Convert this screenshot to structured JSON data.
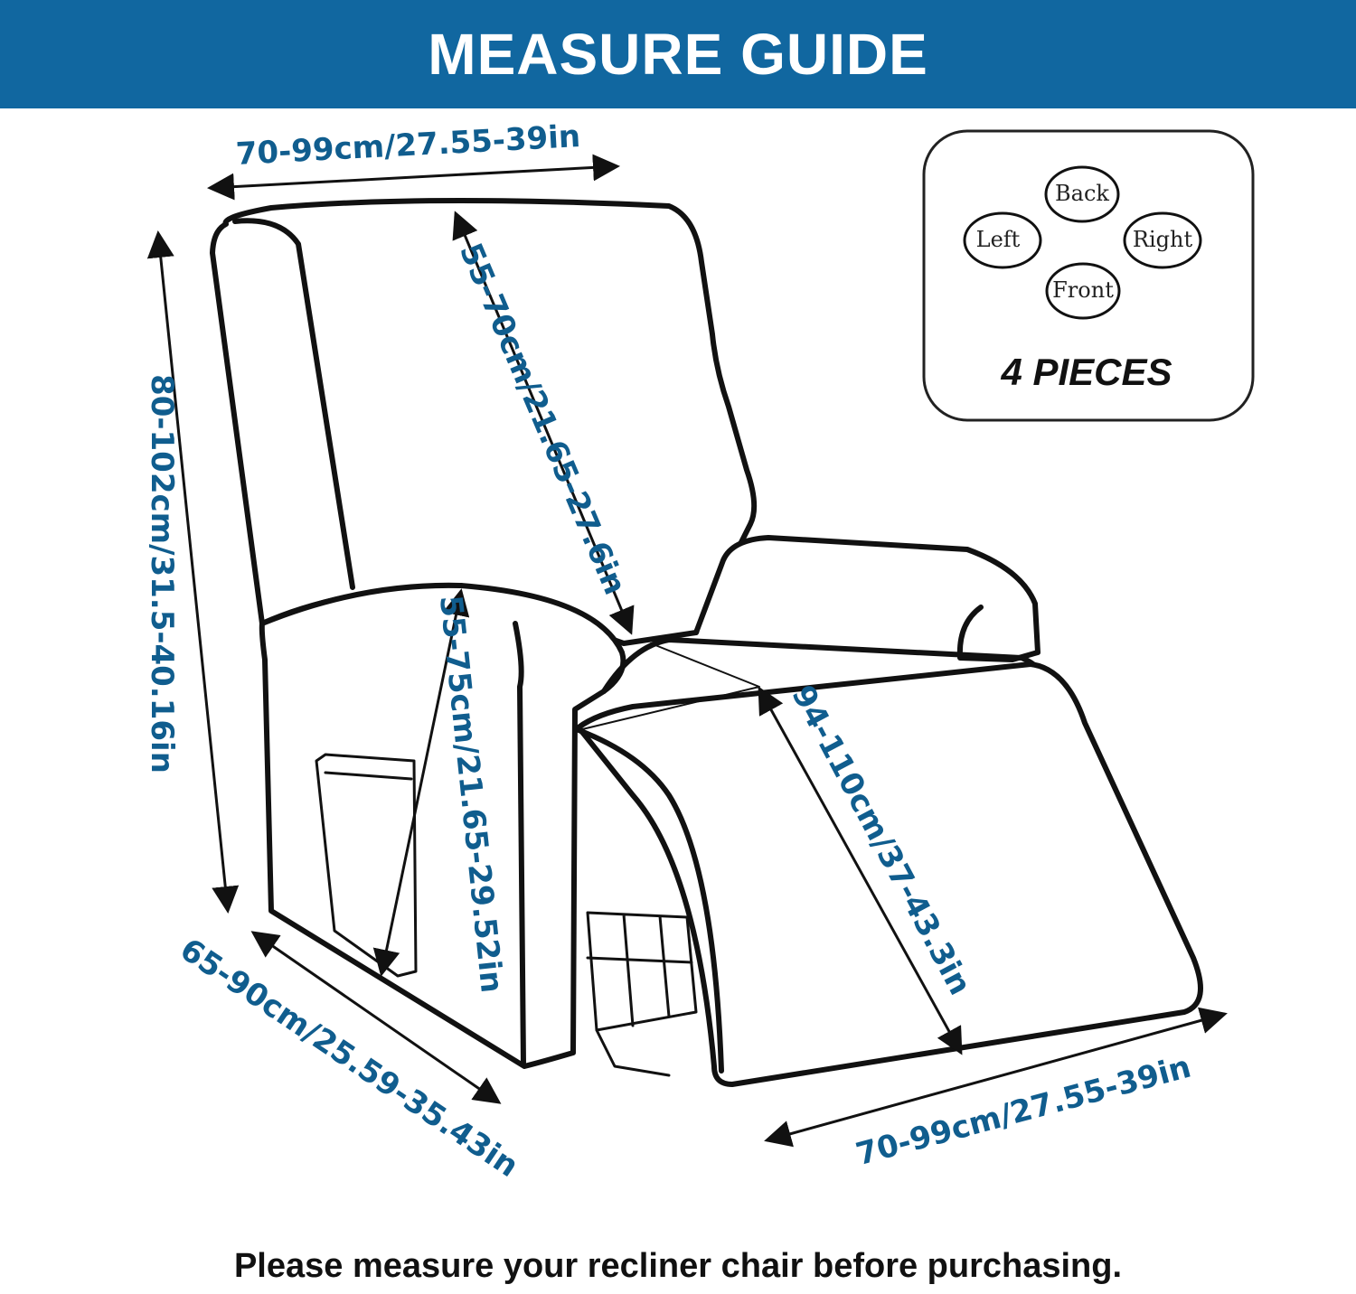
{
  "banner": {
    "title": "MEASURE GUIDE"
  },
  "colors": {
    "banner": "#1167a0",
    "dimension": "#105d8e",
    "outline": "#111111"
  },
  "dimensions": {
    "top_width": "70-99cm/27.55-39in",
    "height": "80-102cm/31.5-40.16in",
    "backrest": "55-70cm/21.65-27.6in",
    "arm": "55-75cm/21.65-29.52in",
    "footrest": "94-110cm/37-43.3in",
    "depth": "65-90cm/25.59-35.43in",
    "bottom_width": "70-99cm/27.55-39in"
  },
  "pieces": {
    "items": [
      "Back",
      "Left",
      "Right",
      "Front"
    ],
    "title": "4 PIECES"
  },
  "footer": {
    "note": "Please measure your recliner chair before purchasing."
  }
}
